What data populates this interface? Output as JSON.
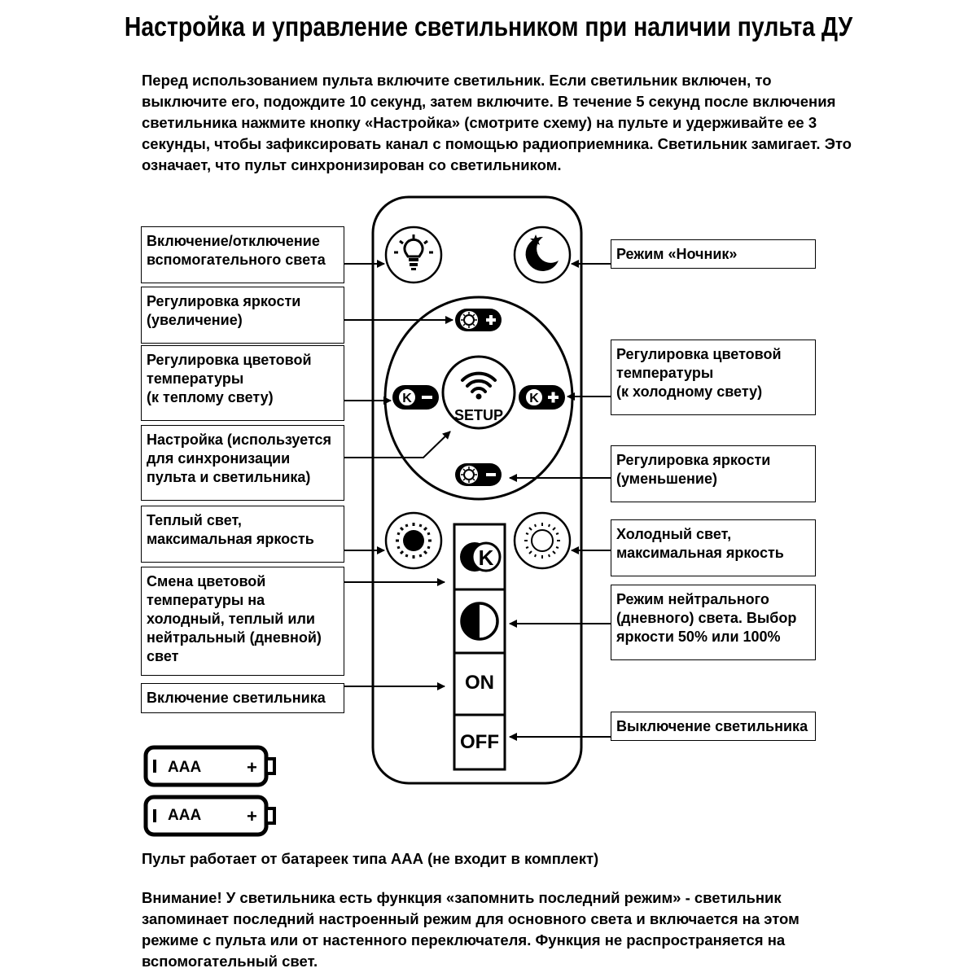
{
  "title": "Настройка и управление светильником при наличии пульта ДУ",
  "intro": "Перед использованием пульта включите светильник. Если светильник включен, то выключите его, подождите 10 секунд, затем включите. В течение 5 секунд после включения светильника нажмите кнопку «Настройка» (смотрите схему) на пульте и удерживайте ее 3 секунды, чтобы зафиксировать канал с помощью радиоприемника. Светильник замигает. Это означает, что пульт синхронизирован со светильником.",
  "labels": {
    "aux_light": [
      "Включение/отключение",
      "вспомогательного света"
    ],
    "brightness_up": [
      "Регулировка яркости",
      "(увеличение)"
    ],
    "temp_warm": [
      "Регулировка цветовой",
      "температуры",
      "(к теплому свету)"
    ],
    "setup": [
      "Настройка (используется",
      "для синхронизации",
      "пульта и светильника)"
    ],
    "warm_max": [
      "Теплый свет,",
      "максимальная яркость"
    ],
    "temp_cycle": [
      "Смена цветовой",
      "температуры на",
      "холодный, теплый или",
      "нейтральный (дневной)",
      "свет"
    ],
    "on": [
      "Включение светильника"
    ],
    "night": [
      "Режим «Ночник»"
    ],
    "temp_cold": [
      "Регулировка цветовой",
      "температуры",
      "(к холодному свету)"
    ],
    "brightness_down": [
      "Регулировка яркости",
      "(уменьшение)"
    ],
    "cold_max": [
      "Холодный свет,",
      "максимальная яркость"
    ],
    "neutral": [
      "Режим нейтрального",
      "(дневного) света. Выбор",
      "яркости 50% или 100%"
    ],
    "off": [
      "Выключение светильника"
    ]
  },
  "remote": {
    "setup_label": "SETUP",
    "on_label": "ON",
    "off_label": "OFF",
    "k_label": "K"
  },
  "batteries": [
    {
      "label": "AAA",
      "plus": "+"
    },
    {
      "label": "AAA",
      "plus": "+"
    }
  ],
  "battery_note": "Пульт работает от батареек типа ААА (не входит в комплект)",
  "warning": "Внимание! У светильника есть функция «запомнить последний режим» - светильник запоминает последний настроенный режим для основного света и включается на этом режиме с пульта или от настенного переключателя. Функция не распространяется на вспомогательный свет."
}
